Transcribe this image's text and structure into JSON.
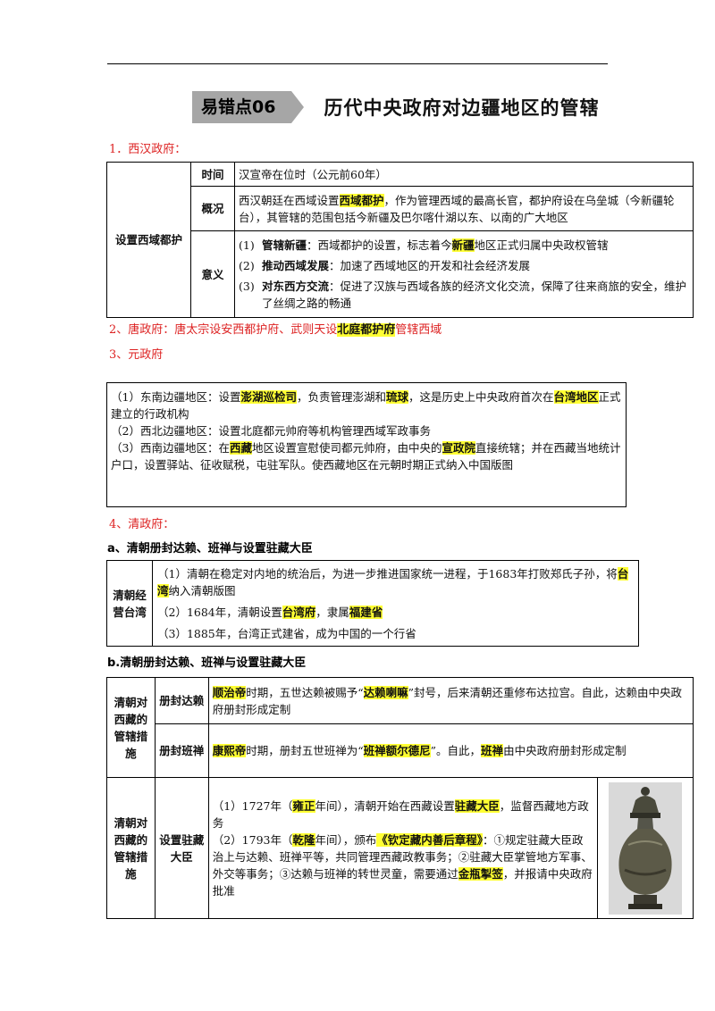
{
  "header": {
    "tag": "易错点06",
    "title": "历代中央政府对边疆地区的管辖"
  },
  "s1": {
    "heading": "1．西汉政府：",
    "row_title": "设置西域都护",
    "time_label": "时间",
    "time_text": "汉宣帝在位时（公元前60年）",
    "overview_label": "概况",
    "overview_a": "西汉朝廷在西域设置",
    "overview_hl": "西域都护",
    "overview_b": "，作为管理西域的最高长官，都护府设在乌垒城（今新疆轮台），其管辖的范围包括今新疆及巴尔喀什湖以东、以南的广大地区",
    "meaning_label": "意义",
    "m1_no": "(1)",
    "m1_bold": "管辖新疆",
    "m1_a": "：西域都护的设置，标志着今",
    "m1_hl": "新疆",
    "m1_b": "地区正式归属中央政权管辖",
    "m2_no": "(2)",
    "m2_bold": "推动西域发展",
    "m2_a": "：加速了西域地区的开发和社会经济发展",
    "m3_no": "(3)",
    "m3_bold": "对东西方交流",
    "m3_a": "：促进了汉族与西域各族的经济文化交流，保障了往来商旅的安全，维护了丝绸之路的畅通"
  },
  "s2": {
    "a": "2、唐政府：唐太宗设安西都护府、武则天设",
    "hl": "北庭都护府",
    "b": "管辖西域"
  },
  "s3": {
    "heading": "3、元政府",
    "p1_a": "（1）东南边疆地区：设置",
    "p1_hl1": "澎湖巡检司",
    "p1_b": "，负责管理澎湖和",
    "p1_hl2": "琉球",
    "p1_c": "，这是历史上中央政府首次在",
    "p1_hl3": "台湾地区",
    "p1_d": "正式建立的行政机构",
    "p2": "（2）西北边疆地区：设置北庭都元帅府等机构管理西域军政事务",
    "p3_a": "（3）西南边疆地区：在",
    "p3_hl1": "西藏",
    "p3_b": "地区设置宣慰使司都元帅府，由中央的",
    "p3_hl2": "宣政院",
    "p3_c": "直接统辖；并在西藏当地统计户口，设置驿站、征收赋税，屯驻军队。使西藏地区在元朝时期正式纳入中国版图"
  },
  "s4": {
    "heading": "4、清政府：",
    "sub_a": "a、清朝册封达赖、班禅与设置驻藏大臣",
    "tw_title": "清朝经营台湾",
    "tw1_a": "（1）清朝在稳定对内地的统治后，为进一步推进国家统一进程，于1683年打败郑氏子孙，将",
    "tw1_hl": "台湾",
    "tw1_b": "纳入清朝版图",
    "tw2_a": "（2）1684年，清朝设置",
    "tw2_hl1": "台湾府",
    "tw2_b": "，隶属",
    "tw2_hl2": "福建省",
    "tw3": "（3）1885年，台湾正式建省，成为中国的一个行省",
    "sub_b": "b.清朝册封达赖、班禅与设置驻藏大臣",
    "tb_title": "清朝对西藏的管辖措施",
    "dl_label": "册封达赖",
    "dl_hl1": "顺治帝",
    "dl_a": "时期，五世达赖被赐予“",
    "dl_hl2": "达赖喇嘛",
    "dl_b": "”封号，后来清朝还重修布达拉宫。自此，达赖由中央政府册封形成定制",
    "bc_label": "册封班禅",
    "bc_hl1": "康熙帝",
    "bc_a": "时期，册封五世班禅为“",
    "bc_hl2": "班禅额尔德尼",
    "bc_b": "”。自此，",
    "bc_hl3": "班禅",
    "bc_c": "由中央政府册封形成定制",
    "zz_label": "设置驻藏大臣",
    "zz1_a": "（1）1727年（",
    "zz1_hl1": "雍正",
    "zz1_b": "年间），清朝开始在西藏设置",
    "zz1_hl2": "驻藏大臣",
    "zz1_c": "，监督西藏地方政务",
    "zz2_a": "（2）1793年（",
    "zz2_hl1": "乾隆",
    "zz2_b": "年间），颁布",
    "zz2_hl2": "《钦定藏内善后章程》",
    "zz2_c": "：①规定驻藏大臣政治上与达赖、班禅平等，共同管理西藏政教事务；②驻藏大臣掌管地方军事、外交等事务；③达赖与班禅的转世灵童，需要通过",
    "zz2_hl3": "金瓶掣签",
    "zz2_d": "，并报请中央政府批准"
  }
}
